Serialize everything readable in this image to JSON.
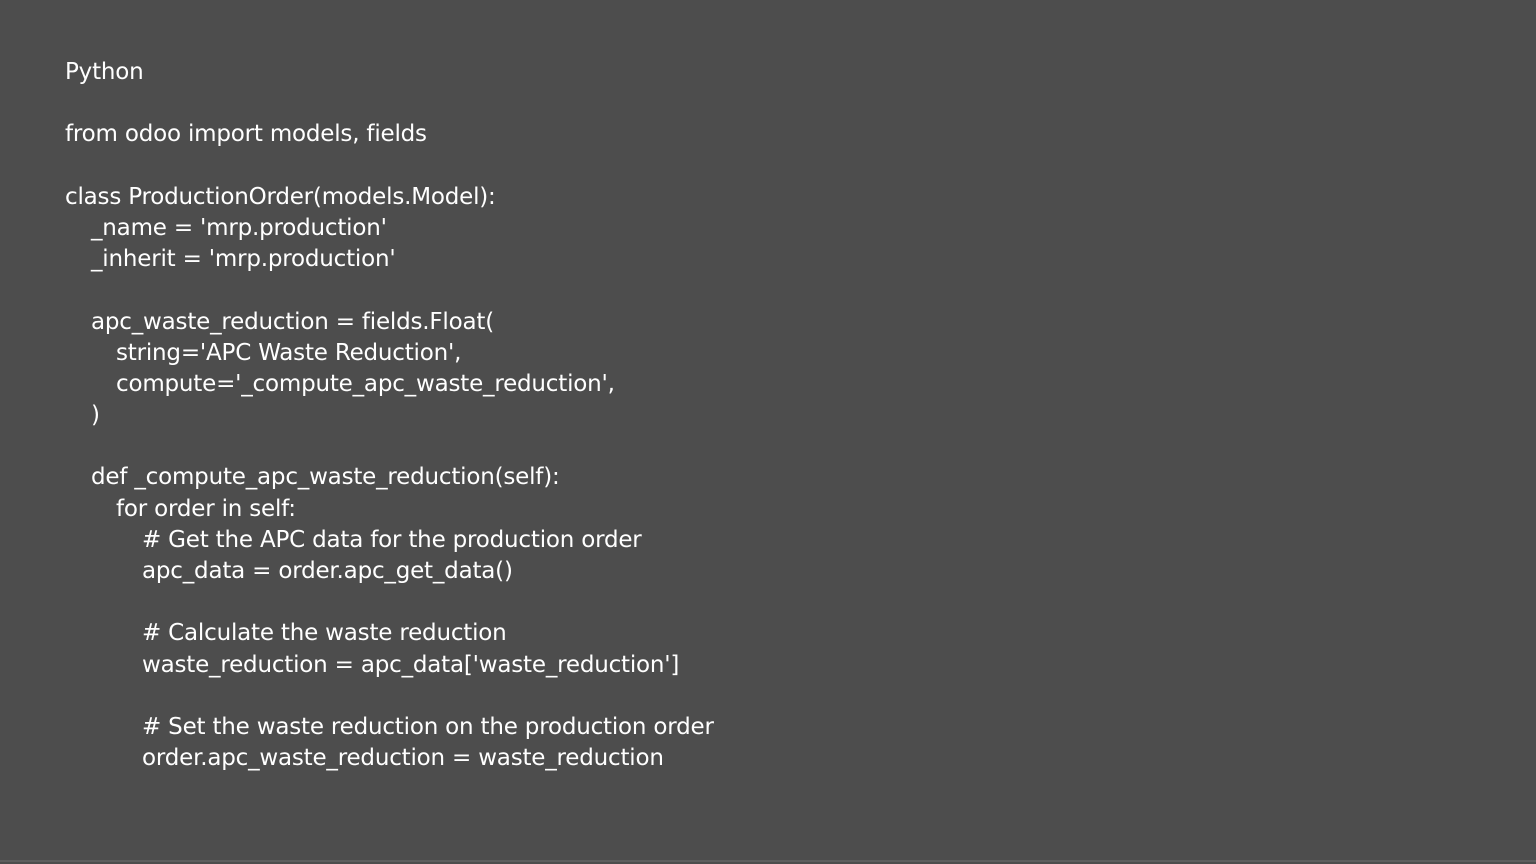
{
  "slide": {
    "background_color": "#4d4d4d",
    "text_color": "#ffffff",
    "language_label": "Python"
  },
  "code": {
    "lines": [
      {
        "indent": 0,
        "text": "from odoo import models, fields"
      },
      {
        "indent": 0,
        "text": ""
      },
      {
        "indent": 0,
        "text": "class ProductionOrder(models.Model):"
      },
      {
        "indent": 1,
        "text": "_name = 'mrp.production'"
      },
      {
        "indent": 1,
        "text": "_inherit = 'mrp.production'"
      },
      {
        "indent": 0,
        "text": ""
      },
      {
        "indent": 1,
        "text": "apc_waste_reduction = fields.Float("
      },
      {
        "indent": 2,
        "text": "string='APC Waste Reduction',"
      },
      {
        "indent": 2,
        "text": "compute='_compute_apc_waste_reduction',"
      },
      {
        "indent": 1,
        "text": ")"
      },
      {
        "indent": 0,
        "text": ""
      },
      {
        "indent": 1,
        "text": "def _compute_apc_waste_reduction(self):"
      },
      {
        "indent": 2,
        "text": "for order in self:"
      },
      {
        "indent": 3,
        "text": "# Get the APC data for the production order"
      },
      {
        "indent": 3,
        "text": "apc_data = order.apc_get_data()"
      },
      {
        "indent": 0,
        "text": ""
      },
      {
        "indent": 3,
        "text": "# Calculate the waste reduction"
      },
      {
        "indent": 3,
        "text": "waste_reduction = apc_data['waste_reduction']"
      },
      {
        "indent": 0,
        "text": ""
      },
      {
        "indent": 3,
        "text": "# Set the waste reduction on the production order"
      },
      {
        "indent": 3,
        "text": "order.apc_waste_reduction = waste_reduction"
      }
    ]
  }
}
